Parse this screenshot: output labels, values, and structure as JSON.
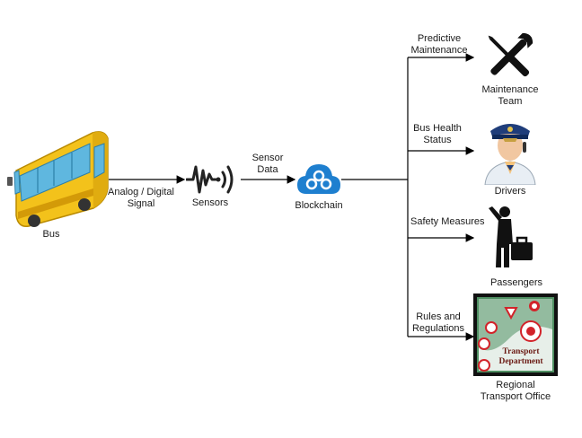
{
  "nodes": {
    "bus": "Bus",
    "sensors": "Sensors",
    "blockchain": "Blockchain",
    "maintenance_team": [
      "Maintenance",
      "Team"
    ],
    "drivers": "Drivers",
    "passengers": "Passengers",
    "rto": [
      "Regional",
      "Transport Office"
    ]
  },
  "edges": {
    "bus_to_sensors": [
      "Analog / Digital",
      "Signal"
    ],
    "sensors_to_blockchain": [
      "Sensor",
      "Data"
    ],
    "to_maintenance": [
      "Predictive",
      "Maintenance"
    ],
    "to_drivers": [
      "Bus Health",
      "Status"
    ],
    "to_passengers": "Safety Measures",
    "to_rto": [
      "Rules and",
      "Regulations"
    ]
  },
  "rto_badge": [
    "Transport",
    "Department"
  ]
}
